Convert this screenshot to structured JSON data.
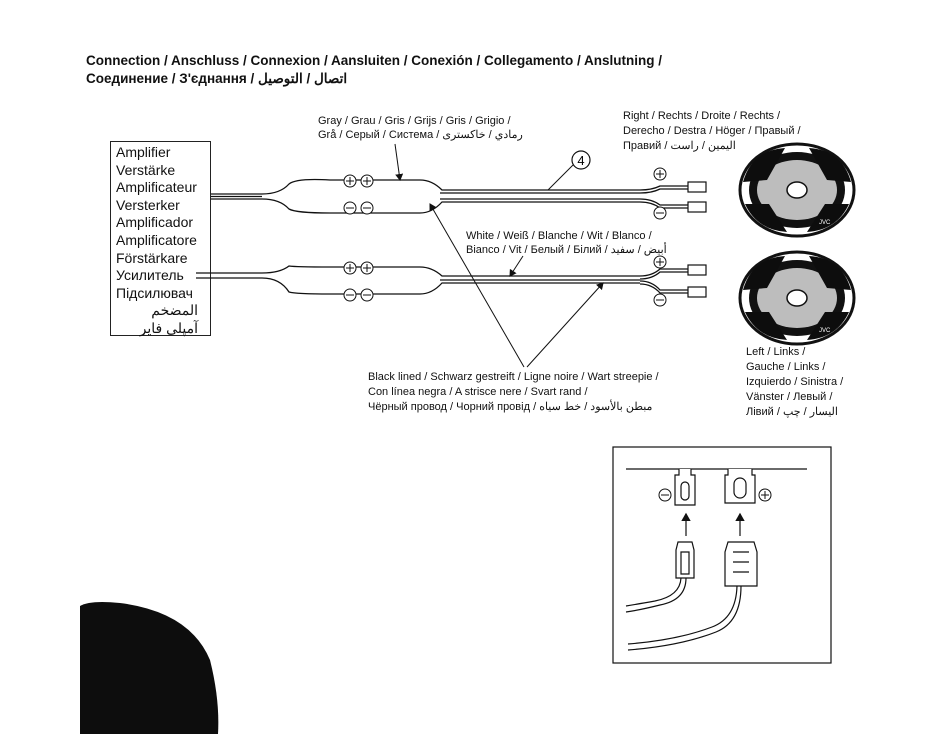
{
  "title": {
    "line1": "Connection / Anschluss / Connexion / Aansluiten / Conexión / Collegamento / Anslutning /",
    "line2": "Соединение / З'єднання / اتصال / التوصيل"
  },
  "amplifier": {
    "labels": [
      "Amplifier",
      "Verstärke",
      "Amplificateur",
      "Versterker",
      "Amplificador",
      "Amplificatore",
      "Förstärkare",
      "Усилитель",
      "Підсилювач",
      "المضخم",
      "آمپلی فایر"
    ]
  },
  "wire_gray": {
    "line1": "Gray / Grau / Gris / Grijs / Gris / Grigio /",
    "line2": "Grå / Серый / Система / رمادي / خاکستری"
  },
  "wire_white": {
    "line1": "White / Weiß / Blanche / Wit / Blanco /",
    "line2": "Bianco / Vit / Белый / Білий / أبيض / سفید"
  },
  "black_lined": {
    "line1": "Black lined / Schwarz gestreift / Ligne noire / Wart streepie /",
    "line2": "Con línea negra / A strisce nere / Svart rand /",
    "line3": "Чёрный провод / Чорний провід / مبطن بالأسود / خط سیاه"
  },
  "right_speaker": {
    "line1": "Right / Rechts / Droite / Rechts /",
    "line2": "Derecho / Destra / Höger / Правый /",
    "line3": "Правий / اليمين / راست"
  },
  "left_speaker": {
    "lines": [
      "Left / Links /",
      "Gauche / Links /",
      "Izquierdo / Sinistra /",
      "Vänster / Левый /",
      "Лівий / اليسار / چپ"
    ]
  },
  "callout_number": "4",
  "speaker_brand": "JVC",
  "colors": {
    "line": "#111111",
    "grille": "#bdbdbd",
    "corner": "#0d0d0d"
  }
}
